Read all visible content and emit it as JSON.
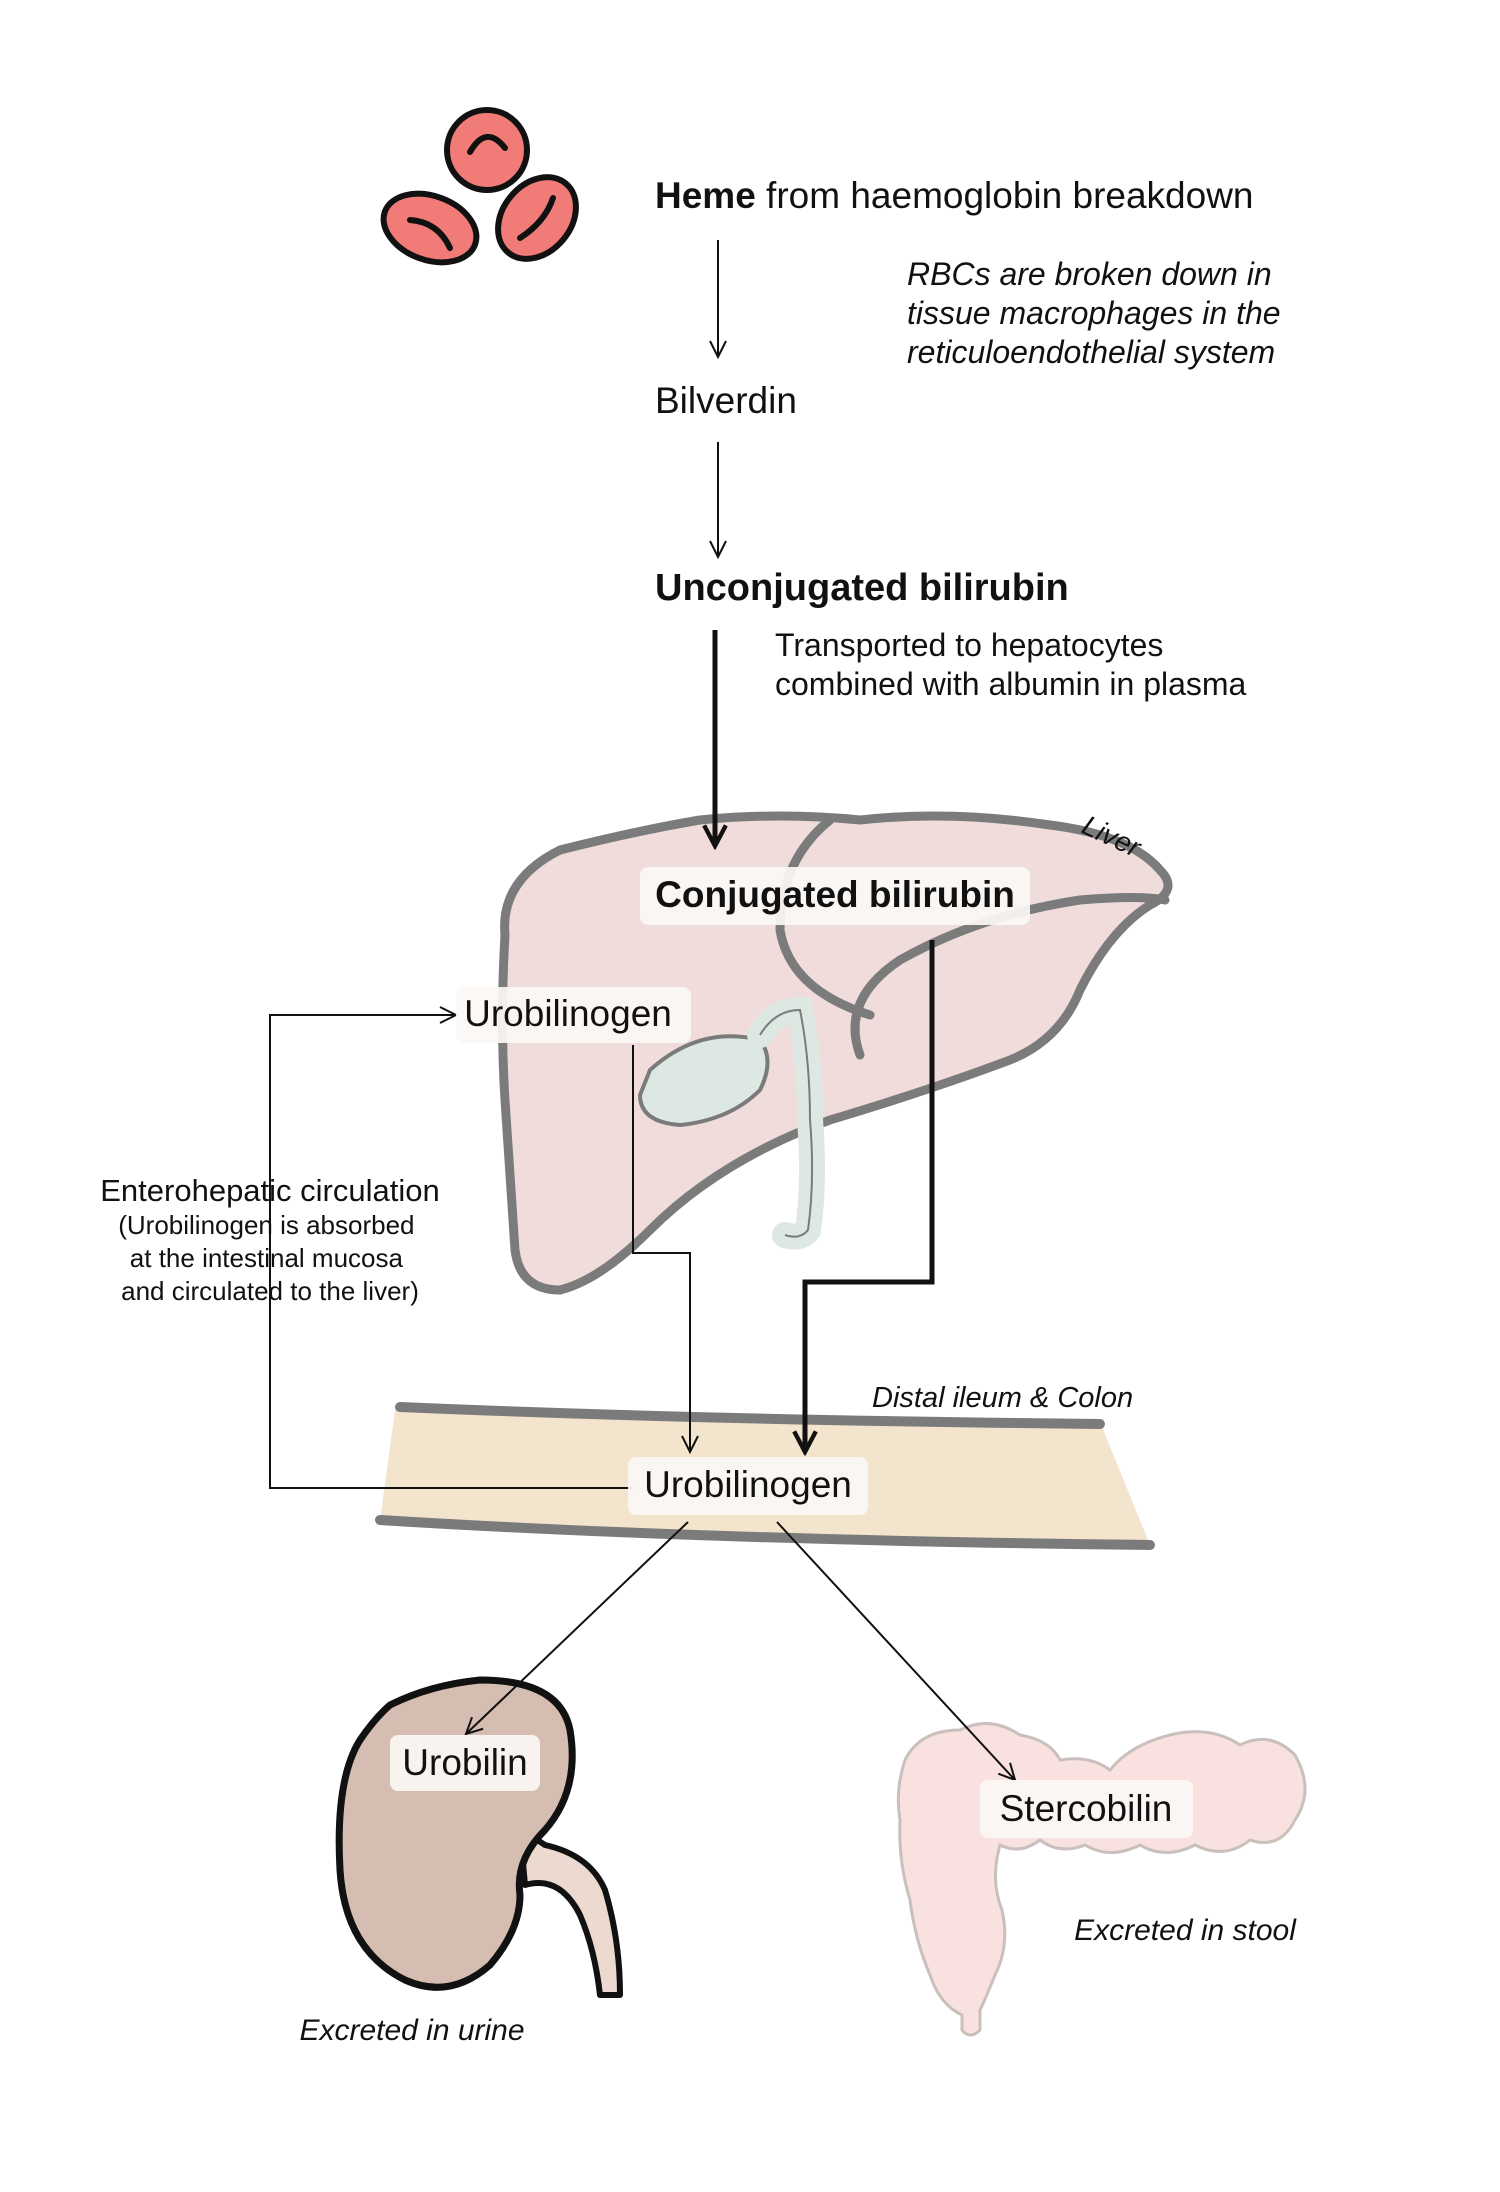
{
  "heme": {
    "bold": "Heme",
    "rest": " from haemoglobin breakdown"
  },
  "rbc_note": [
    "RBCs are broken down in",
    "tissue macrophages in the",
    "reticuloendothelial system"
  ],
  "biliverdin": "Bilverdin",
  "unconjugated": "Unconjugated bilirubin",
  "transport_note": [
    "Transported to hepatocytes",
    "combined with albumin in plasma"
  ],
  "liver_label": "Liver",
  "conjugated": "Conjugated bilirubin",
  "urobilinogen_liver": "Urobilinogen",
  "enterohepatic": {
    "title": "Enterohepatic circulation",
    "lines": [
      "(Urobilinogen is absorbed",
      "at the intestinal mucosa",
      "and circulated to the liver)"
    ]
  },
  "intestine_label": "Distal ileum & Colon",
  "urobilinogen_gut": "Urobilinogen",
  "urobilin": "Urobilin",
  "stercobilin": "Stercobilin",
  "urine_note": "Excreted in urine",
  "stool_note": "Excreted in stool",
  "colors": {
    "rbc": "#f07b77",
    "liver": "#f1dcdc",
    "gallbladder": "#dde8e3",
    "intestine": "#f3e4cd",
    "kidney": "#d6bdb1",
    "ureter": "#ecd9cf",
    "colon": "#f8e1df",
    "outline_gray": "#7b7b7b"
  }
}
